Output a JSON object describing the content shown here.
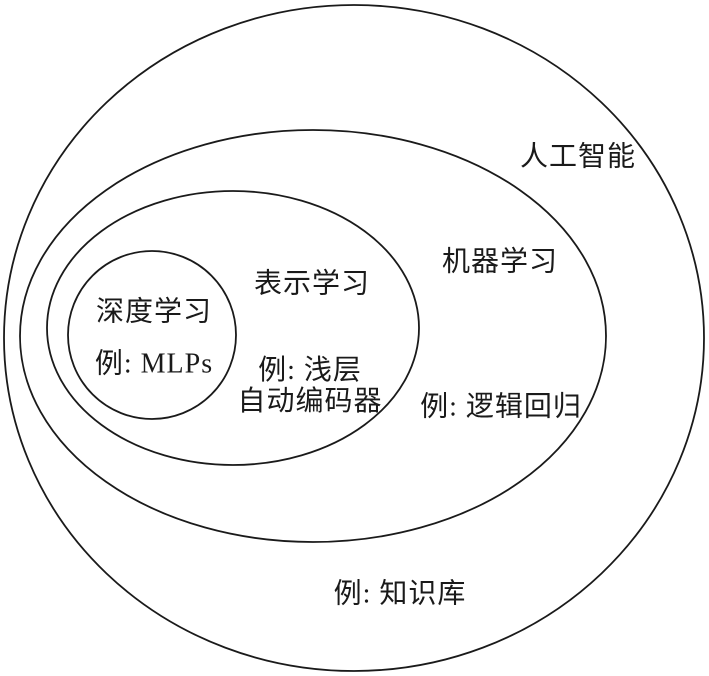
{
  "diagram": {
    "type": "nested-euler-diagram",
    "background": "#ffffff",
    "stroke_color": "#1a1a1a",
    "text_color": "#1a1a1a",
    "sets": [
      {
        "id": "artificial-intelligence",
        "label": "人工智能",
        "example": "例: 知识库"
      },
      {
        "id": "machine-learning",
        "label": "机器学习",
        "example": "例: 逻辑回归"
      },
      {
        "id": "representation-learning",
        "label": "表示学习",
        "example_line1": "例: 浅层",
        "example_line2": "自动编码器"
      },
      {
        "id": "deep-learning",
        "label": "深度学习",
        "example": "例: MLPs"
      }
    ]
  }
}
